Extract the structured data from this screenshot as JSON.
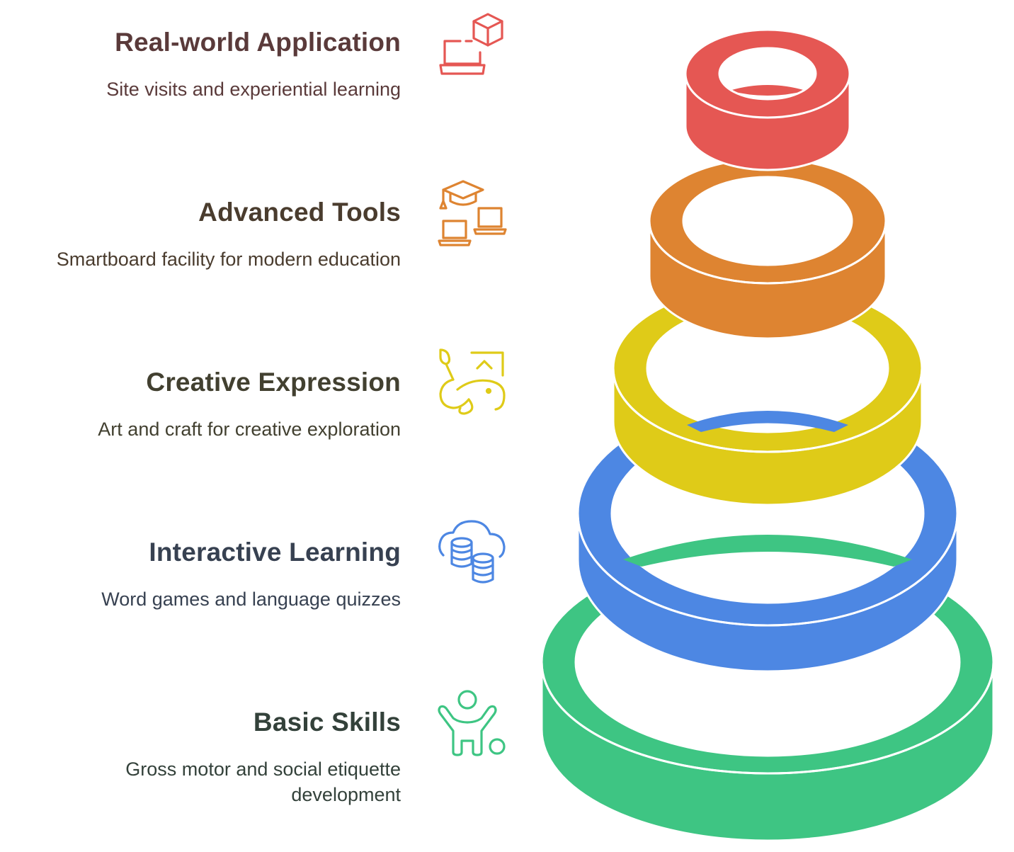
{
  "levels": [
    {
      "title": "Real-world Application",
      "description": "Site visits and experiential learning",
      "color": "#e55753",
      "text_color": "#5a3a3a",
      "icon": "laptop-cube-icon"
    },
    {
      "title": "Advanced Tools",
      "description": "Smartboard facility for modern education",
      "color": "#de8431",
      "text_color": "#4a3c2e",
      "icon": "graduation-cap-laptops-icon"
    },
    {
      "title": "Creative Expression",
      "description": "Art and craft for creative exploration",
      "color": "#dfcb18",
      "text_color": "#424030",
      "icon": "art-brush-elephant-icon"
    },
    {
      "title": "Interactive Learning",
      "description": "Word games and language quizzes",
      "color": "#4d87e3",
      "text_color": "#374151",
      "icon": "cloud-database-icon"
    },
    {
      "title": "Basic Skills",
      "description": "Gross motor and social etiquette development",
      "color": "#3ec583",
      "text_color": "#33413a",
      "icon": "child-ball-icon"
    }
  ]
}
